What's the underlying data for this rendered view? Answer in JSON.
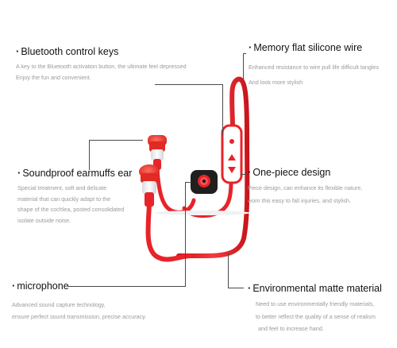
{
  "features": {
    "bluetooth_keys": {
      "title": "Bluetooth control keys",
      "desc": [
        "A key to the Bluetooth activation button, the ultimate feel depressed",
        "Enjoy the fun and convenient."
      ]
    },
    "memory_wire": {
      "title": "Memory flat silicone wire",
      "desc": [
        "Enhanced resistance to wire pull life difficult tangles",
        "And look more stylish"
      ]
    },
    "earmuffs": {
      "title": "Soundproof earmuffs ear",
      "desc": [
        "Special treatment, soft and delicate",
        "material that can quickly adapt to the",
        "shape of the cochlea, posted consolidated",
        "isolate outside noise."
      ]
    },
    "one_piece": {
      "title": "One-piece design",
      "desc": [
        "Piece design, can enhance its flexible nature,",
        "worn this easy to fall injuries, and stylish."
      ]
    },
    "microphone": {
      "title": "microphone",
      "desc": [
        "Advanced sound capture technology,",
        "ensure perfect sound transmission, precise accuracy."
      ]
    },
    "matte": {
      "title": "Environmental matte material",
      "desc": [
        "Need to use environmentally friendly materials,",
        "to better reflect the quality of a sense of realism",
        "and feel to increase hand."
      ]
    }
  },
  "colors": {
    "cable_red": "#e8232a",
    "accent_dark": "#222222",
    "text_gray": "#9a9a9a"
  },
  "icons": [
    "bullet-dot-icon",
    "earbud-icon",
    "remote-control-icon",
    "microphone-pod-icon"
  ]
}
